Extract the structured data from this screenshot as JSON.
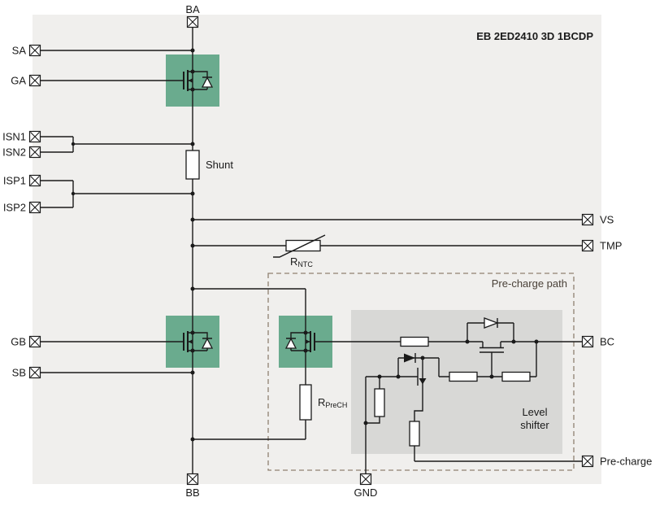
{
  "title": "EB 2ED2410 3D 1BCDP",
  "terminals": {
    "ba": "BA",
    "sa": "SA",
    "ga": "GA",
    "isn1": "ISN1",
    "isn2": "ISN2",
    "isp1": "ISP1",
    "isp2": "ISP2",
    "gb": "GB",
    "sb": "SB",
    "bb": "BB",
    "gnd": "GND",
    "vs": "VS",
    "tmp": "TMP",
    "bc": "BC",
    "precharge": "Pre-charge"
  },
  "components": {
    "shunt": "Shunt",
    "rntc_main": "R",
    "rntc_sub": "NTC",
    "rprech_main": "R",
    "rprech_sub": "PreCH"
  },
  "regions": {
    "precharge_path": "Pre-charge path",
    "level_shifter_line1": "Level",
    "level_shifter_line2": "shifter"
  },
  "colors": {
    "panel_bg": "#f0efed",
    "mosfet_block": "#6aab8e",
    "level_shifter_bg": "#d8d8d6",
    "dashed_border": "#8f8071",
    "wire": "#1a1a1a"
  }
}
